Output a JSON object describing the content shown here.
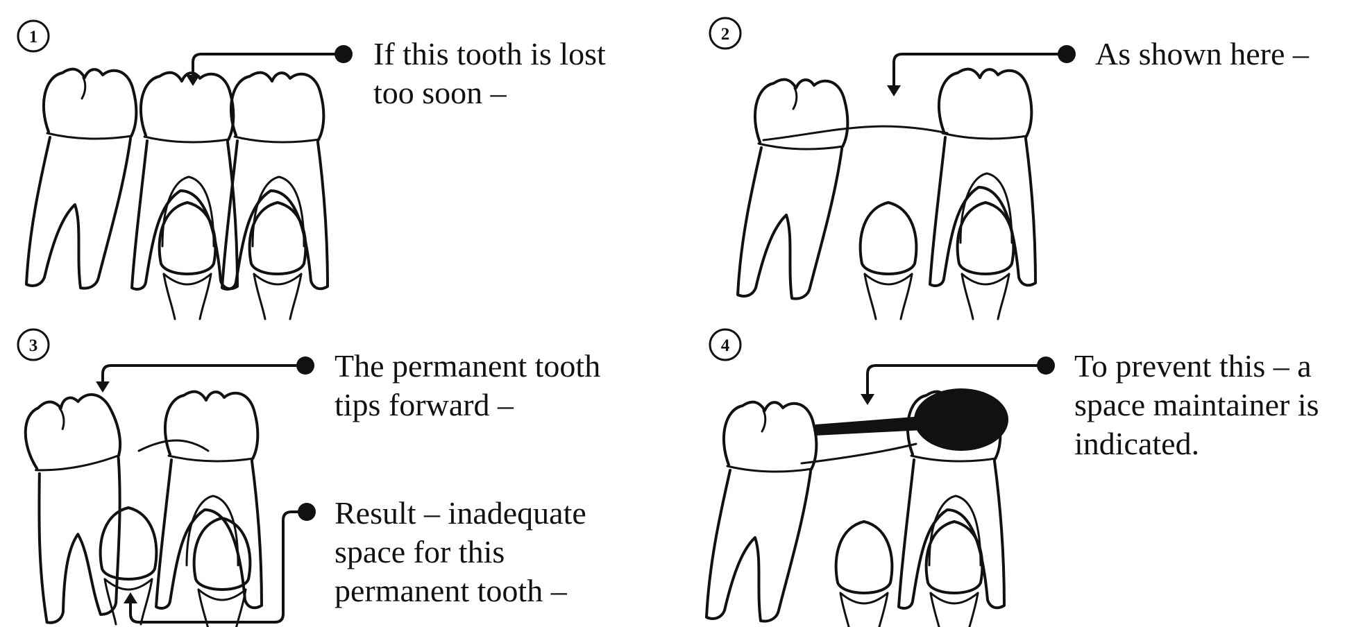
{
  "panels": [
    {
      "number": "1",
      "caption": "If this tooth is lost\ntoo soon –"
    },
    {
      "number": "2",
      "caption": "As shown here –"
    },
    {
      "number": "3",
      "caption": "The permanent tooth\ntips forward –",
      "caption2": "Result – inadequate\nspace for this\npermanent tooth –"
    },
    {
      "number": "4",
      "caption": "To prevent this – a\nspace maintainer is\nindicated."
    }
  ]
}
